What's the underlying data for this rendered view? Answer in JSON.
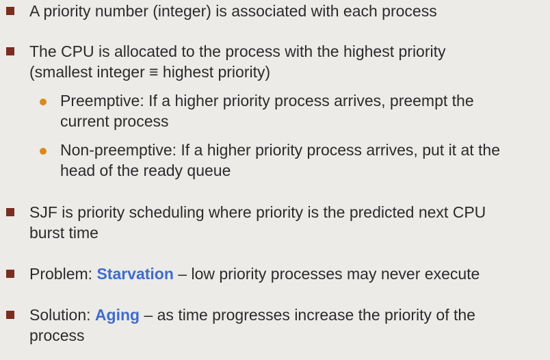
{
  "bullets": [
    {
      "lines": [
        "A priority number (integer) is associated with each process"
      ]
    },
    {
      "lines": [
        "The CPU is allocated to the process with the highest priority",
        "(smallest integer ≡ highest priority)"
      ],
      "sub": [
        {
          "lines": [
            "Preemptive: If a higher priority process arrives, preempt the",
            "current process"
          ]
        },
        {
          "lines": [
            "Non-preemptive: If a higher priority process arrives, put it at the",
            "head of the ready queue"
          ]
        }
      ]
    },
    {
      "lines": [
        "SJF is priority scheduling where priority is the predicted next CPU",
        "burst time"
      ]
    },
    {
      "prefix": "Problem: ",
      "highlight": "Starvation",
      "suffix": " – low priority processes may never execute"
    },
    {
      "prefix": "Solution: ",
      "highlight": "Aging",
      "suffix": " – as time progresses increase the priority of the",
      "line2": "process"
    }
  ],
  "colors": {
    "background": "#ecebe8",
    "text": "#2b2b2b",
    "square_bullet": "#7a2e20",
    "round_bullet": "#d98a1a",
    "highlight": "#3f6ccc"
  }
}
